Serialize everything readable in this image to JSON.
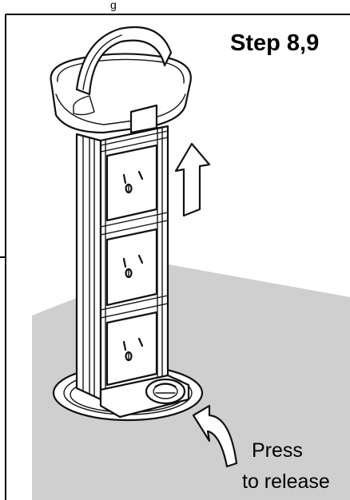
{
  "top_fragment": "g",
  "step_label": "Step 8,9",
  "callout": {
    "line1": "Press",
    "line2": "to release"
  },
  "colors": {
    "surface": "#cfcfcf",
    "ink": "#111111",
    "background": "#ffffff"
  }
}
